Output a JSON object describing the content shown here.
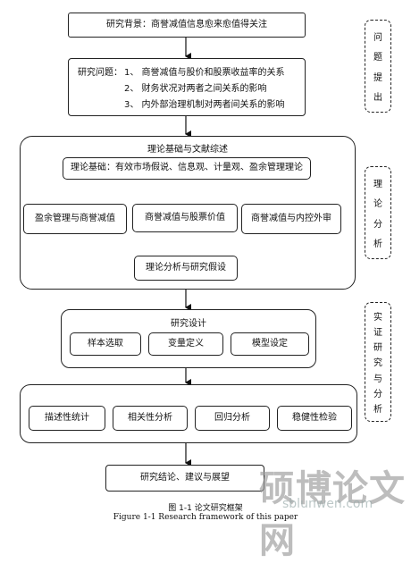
{
  "background_box": "研究背景：商誉减值信息愈来愈值得关注",
  "problem": {
    "prefix": "研究问题：",
    "items": [
      "1、 商誉减值与股价和股票收益率的关系",
      "2、 财务状况对两者之间关系的影响",
      "3、 内外部治理机制对两者间关系的影响"
    ]
  },
  "theory": {
    "title": "理论基础与文献综述",
    "foundation": "理论基础：有效市场假说、信息观、计量观、盈余管理理论",
    "topics": [
      "盈余管理与商誉减值",
      "商誉减值与股票价值",
      "商誉减值与内控外审"
    ],
    "hypothesis": "理论分析与研究假设"
  },
  "design": {
    "title": "研究设计",
    "items": [
      "样本选取",
      "变量定义",
      "模型设定"
    ]
  },
  "empirical": {
    "items": [
      "描述性统计",
      "相关性分析",
      "回归分析",
      "稳健性检验"
    ]
  },
  "conclusion": "研究结论、建议与展望",
  "side_labels": {
    "s1": [
      "问",
      "题",
      "提",
      "出"
    ],
    "s2": [
      "理",
      "论",
      "分",
      "析"
    ],
    "s3": [
      "实",
      "证",
      "研",
      "究",
      "与",
      "分",
      "析"
    ]
  },
  "caption": {
    "cn": "图 1-1 论文研究框架",
    "en": "Figure 1-1 Research framework of this paper"
  },
  "watermark": {
    "text": "硕博论文网",
    "url": "sblunwen.com"
  }
}
